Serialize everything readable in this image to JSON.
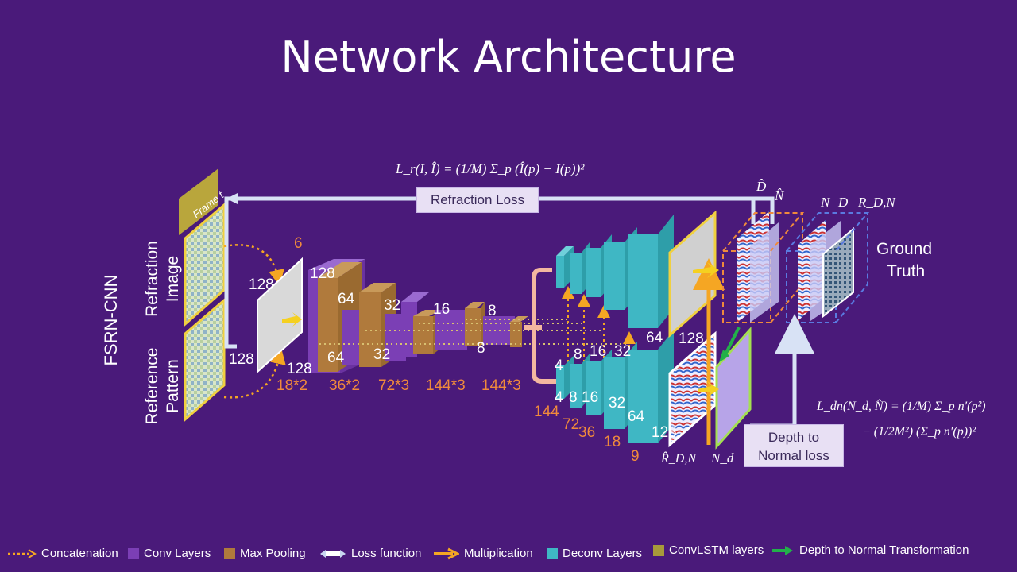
{
  "title": "Network Architecture",
  "model_name": "FSRN-CNN",
  "frame_label": "Frame t",
  "inputs": {
    "top": "Refraction Image",
    "bottom": "Reference Pattern"
  },
  "refraction_loss": {
    "label": "Refraction Loss",
    "formula": "L_r(I, Î) = (1/M) Σ_p (Î(p) − I(p))²"
  },
  "depth_normal_loss": {
    "label_line1": "Depth to",
    "label_line2": "Normal loss",
    "formula_line1": "L_dn(N_d, N̂) = (1/M) Σ_p n′(p²)",
    "formula_line2": "− (1/2M²) (Σ_p n′(p))²"
  },
  "ground_truth": {
    "line1": "Ground",
    "line2": "Truth",
    "labels": [
      "N",
      "D",
      "R_D,N"
    ]
  },
  "pred_labels": {
    "d_hat": "D̂",
    "n_hat": "N̂",
    "r_hat": "R̂_D,N",
    "n_d": "N_d"
  },
  "encoder": {
    "top_numbers": [
      "6",
      "128",
      "64",
      "32",
      "16",
      "8"
    ],
    "bottom_numbers": [
      "128",
      "128",
      "64",
      "32",
      "8"
    ],
    "layer_counts": [
      "18*2",
      "36*2",
      "72*3",
      "144*3",
      "144*3"
    ]
  },
  "decoder": {
    "upper_numbers": [
      "4",
      "8",
      "16",
      "32",
      "64"
    ],
    "lower_numbers": [
      "4",
      "8",
      "16",
      "32",
      "64",
      "128",
      "128"
    ],
    "layer_counts": [
      "144",
      "72",
      "36",
      "18",
      "9"
    ]
  },
  "legend": [
    {
      "label": "Concatenation",
      "color": "#f5a623",
      "kind": "dotted-arrow",
      "icon": "concatenation-icon"
    },
    {
      "label": "Conv Layers",
      "color": "#7b3fb5",
      "kind": "swatch",
      "icon": "conv-swatch"
    },
    {
      "label": "Max Pooling",
      "color": "#b07a3c",
      "kind": "swatch",
      "icon": "maxpool-swatch"
    },
    {
      "label": "Loss function",
      "color": "#c9d6f0",
      "kind": "double-arrow",
      "icon": "loss-arrow-icon"
    },
    {
      "label": "Multiplication",
      "color": "#f5a623",
      "kind": "arrow",
      "icon": "multiplication-arrow-icon"
    },
    {
      "label": "Deconv Layers",
      "color": "#3fb7c4",
      "kind": "swatch",
      "icon": "deconv-swatch"
    },
    {
      "label": "ConvLSTM layers",
      "color": "#a89a3a",
      "kind": "swatch",
      "icon": "convlstm-swatch"
    },
    {
      "label": "Depth to Normal Transformation",
      "color": "#22b04a",
      "kind": "arrow",
      "icon": "green-arrow-icon"
    }
  ]
}
